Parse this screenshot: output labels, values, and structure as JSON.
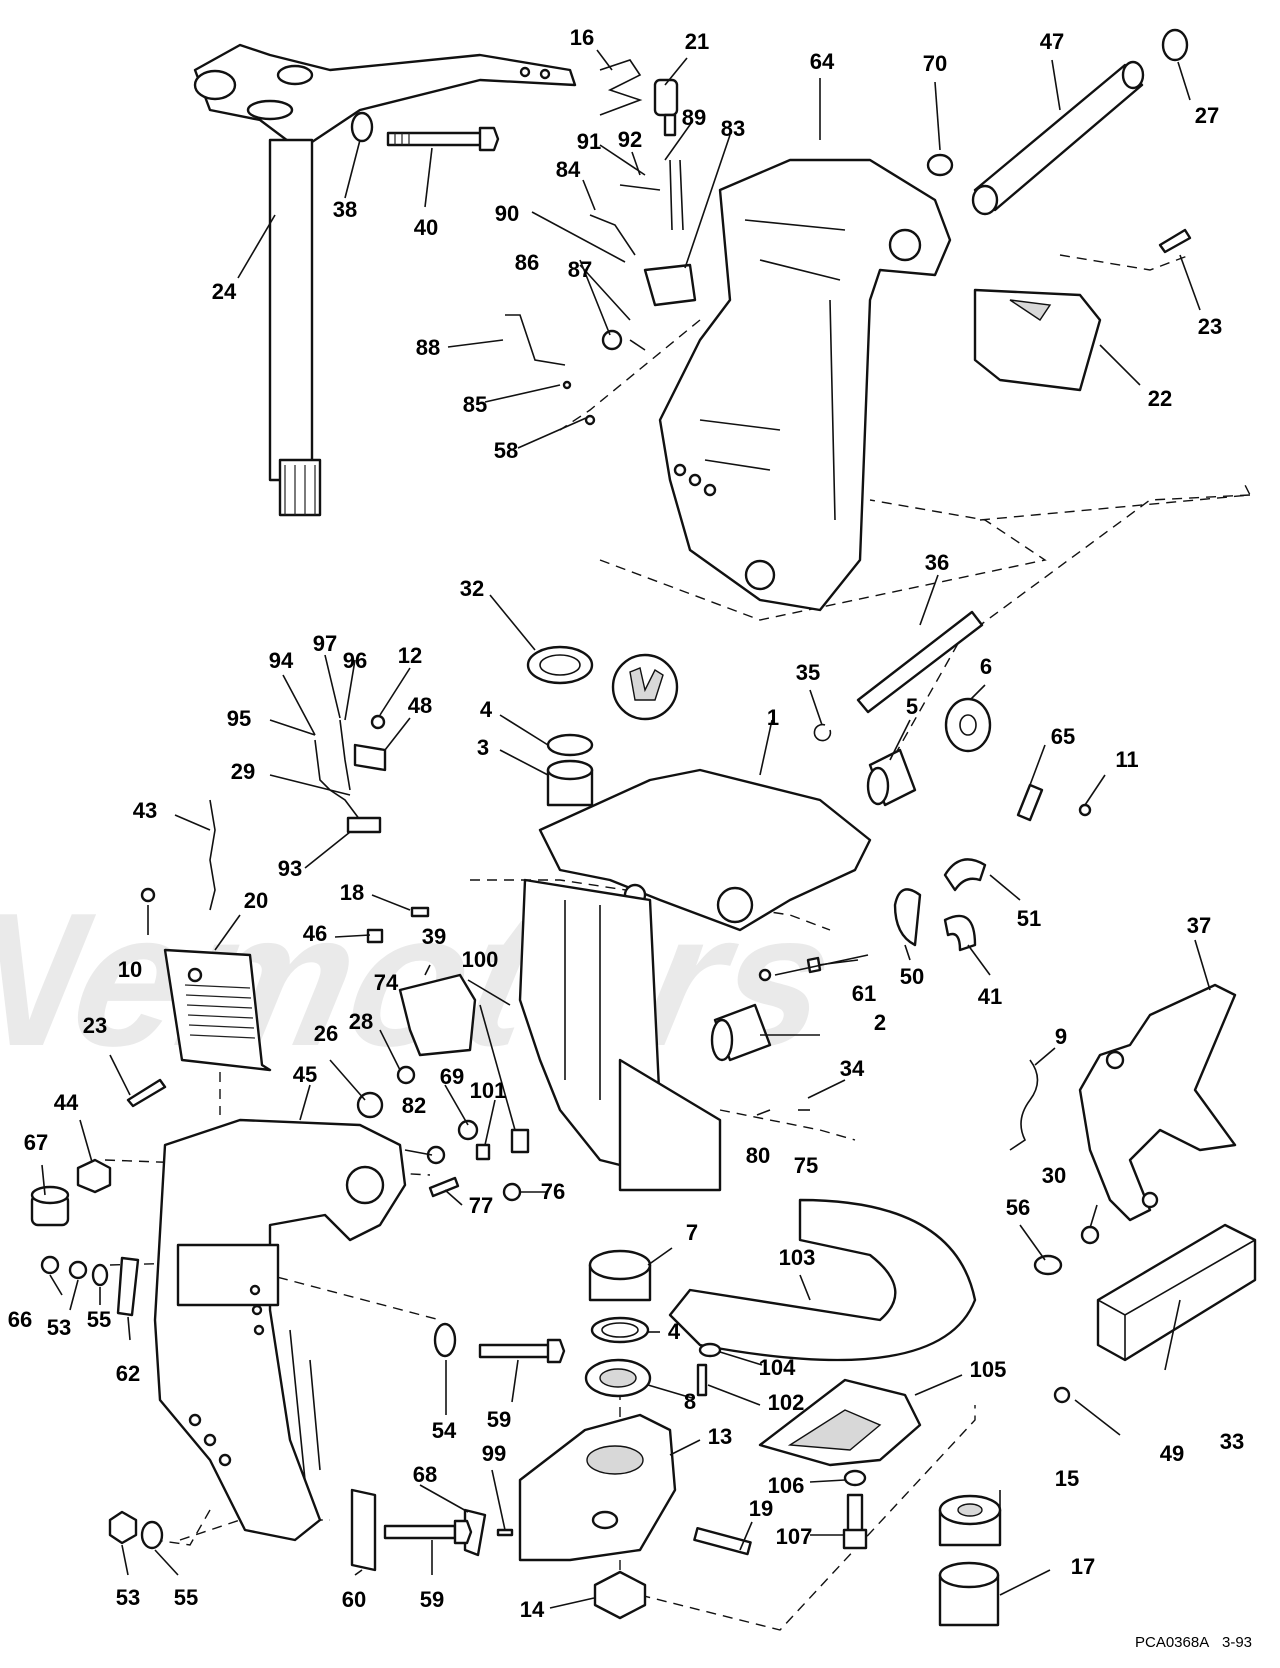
{
  "diagram": {
    "code": "PCA0368A",
    "date": "3-93",
    "callouts": [
      "16",
      "21",
      "47",
      "27",
      "64",
      "70",
      "91",
      "92",
      "89",
      "83",
      "84",
      "90",
      "86",
      "87",
      "88",
      "85",
      "58",
      "24",
      "38",
      "40",
      "23",
      "22",
      "36",
      "32",
      "94",
      "97",
      "96",
      "12",
      "95",
      "48",
      "29",
      "43",
      "93",
      "4",
      "3",
      "35",
      "1",
      "5",
      "6",
      "65",
      "11",
      "18",
      "20",
      "10",
      "46",
      "74",
      "39",
      "100",
      "51",
      "61",
      "50",
      "2",
      "41",
      "37",
      "23",
      "28",
      "26",
      "45",
      "101",
      "9",
      "34",
      "44",
      "82",
      "69",
      "67",
      "77",
      "76",
      "80",
      "75",
      "30",
      "56",
      "7",
      "103",
      "66",
      "53",
      "55",
      "62",
      "54",
      "59",
      "104",
      "8",
      "102",
      "105",
      "13",
      "99",
      "68",
      "19",
      "106",
      "107",
      "15",
      "49",
      "33",
      "53",
      "55",
      "60",
      "59",
      "14",
      "17",
      "4"
    ]
  }
}
